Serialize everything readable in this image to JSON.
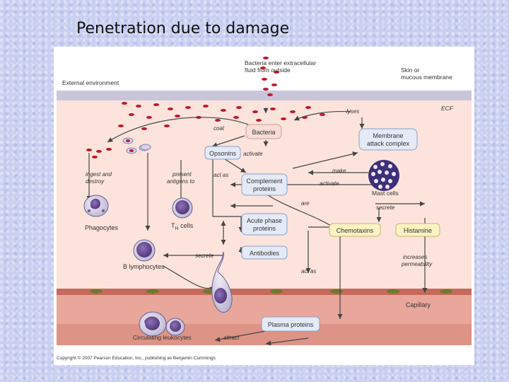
{
  "slide": {
    "title": "Penetration due to damage"
  },
  "diagram": {
    "bacteria_enter_1": "Bacteria enter extracellular",
    "bacteria_enter_2": "fluid from outside",
    "skin_1": "Skin or",
    "skin_2": "mucous membrane",
    "external_environment": "External environment",
    "ecf": "ECF",
    "lyses": "lyses",
    "coat": "coat",
    "activate": "activate",
    "act_as_left": "act as",
    "act_as_bottom": "act as",
    "make": "make",
    "activate_mast": "activate",
    "are": "are",
    "secrete_top": "secrete",
    "secrete_bottom": "secrete",
    "ingest_1": "ingest and",
    "ingest_2": "destroy",
    "present_1": "present",
    "present_2": "antigens to",
    "phagocytes": "Phagocytes",
    "th_cells_t": "T",
    "th_cells_h": "H",
    "th_cells_rest": " cells",
    "b_lymphocytes": "B lymphocytes",
    "mast_cells": "Mast cells",
    "increases_1": "increases",
    "increases_2": "permeability",
    "capillary": "Capillary",
    "circulating_leukocytes": "Circulating leukocytes",
    "attract": "attract",
    "boxes": {
      "bacteria": "Bacteria",
      "opsonins": "Opsonins",
      "complement_1": "Complement",
      "complement_2": "proteins",
      "acute_1": "Acute phase",
      "acute_2": "proteins",
      "antibodies": "Antibodies",
      "mac_1": "Membrane",
      "mac_2": "attack complex",
      "chemotaxins": "Chemotaxins",
      "histamine": "Histamine",
      "plasma_proteins": "Plasma proteins"
    },
    "copyright": "Copyright © 2007 Pearson Education, Inc., publishing as Benjamin Cummings",
    "colors": {
      "ecf": "#fce4dc",
      "membrane": "#c9c6dc",
      "capillary": "#e8a79a",
      "box_blue": "#e4eaf6",
      "box_yellow": "#fbf3c4",
      "box_pink": "#f8dcd6",
      "bacteria_dot": "#c0182c",
      "cell_purple": "#5b3f86"
    }
  }
}
